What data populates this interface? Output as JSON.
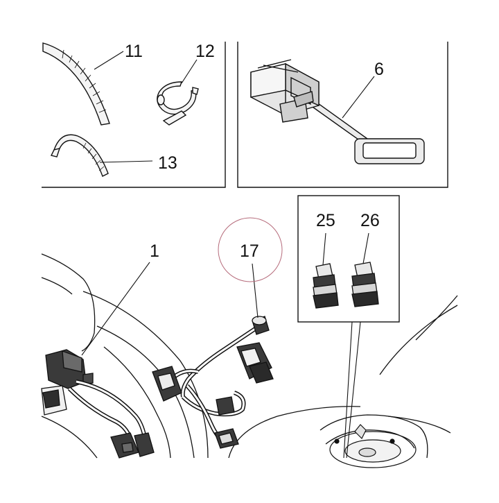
{
  "colors": {
    "line": "#111111",
    "fill_light": "#f2f2f2",
    "fill_mid": "#d8d8d8",
    "fill_dark": "#3a3a3a",
    "highlight_circle": "#b56a7a"
  },
  "callouts": {
    "c1": "1",
    "c6": "6",
    "c11": "11",
    "c12": "12",
    "c13": "13",
    "c17": "17",
    "c25": "25",
    "c26": "26"
  },
  "highlight": {
    "target": "17"
  }
}
